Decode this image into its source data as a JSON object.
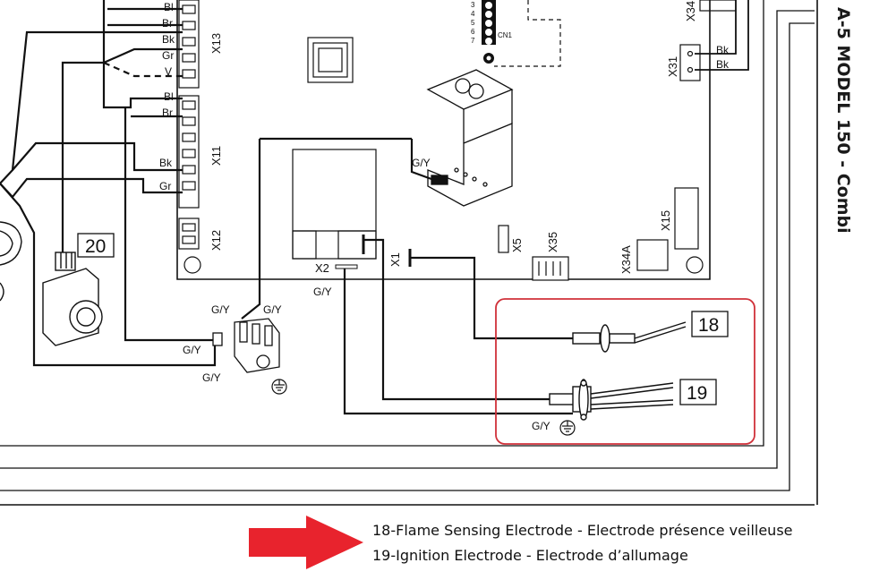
{
  "side_title": "A-5 MODEL 150 - Combi",
  "legend": [
    "18-Flame Sensing Electrode - Electrode présence veilleuse",
    "19-Ignition Electrode - Electrode d’allumage"
  ],
  "connectors": {
    "x13": "X13",
    "x11": "X11",
    "x12": "X12",
    "x2": "X2",
    "x1": "X1",
    "x5": "X5",
    "x35": "X35",
    "x34a": "X34A",
    "x15": "X15",
    "x31": "X31",
    "x34": "X34",
    "cn1": "CN1"
  },
  "wire_labels": {
    "bl1": "Bl",
    "br1": "Br",
    "bk1": "Bk",
    "gr1": "Gr",
    "v1": "V",
    "bl2": "Bl",
    "br2": "Br",
    "bk2": "Bk",
    "gr2": "Gr",
    "bk3": "Bk",
    "bk4": "Bk",
    "gy_valve": "G/Y",
    "gy1": "G/Y",
    "gy2": "G/Y",
    "gy3": "G/Y",
    "gy4": "G/Y",
    "gy5": "G/Y",
    "gy6": "G/Y"
  },
  "pin_numbers": [
    "3",
    "4",
    "5",
    "6",
    "7"
  ],
  "callouts": {
    "c20": "20",
    "c18": "18",
    "c19": "19"
  },
  "colors": {
    "highlight_box": "#d0313a",
    "arrow": "#e8232d",
    "line": "#111111"
  },
  "icons": [
    "ground-icon",
    "arrow-right-icon"
  ]
}
